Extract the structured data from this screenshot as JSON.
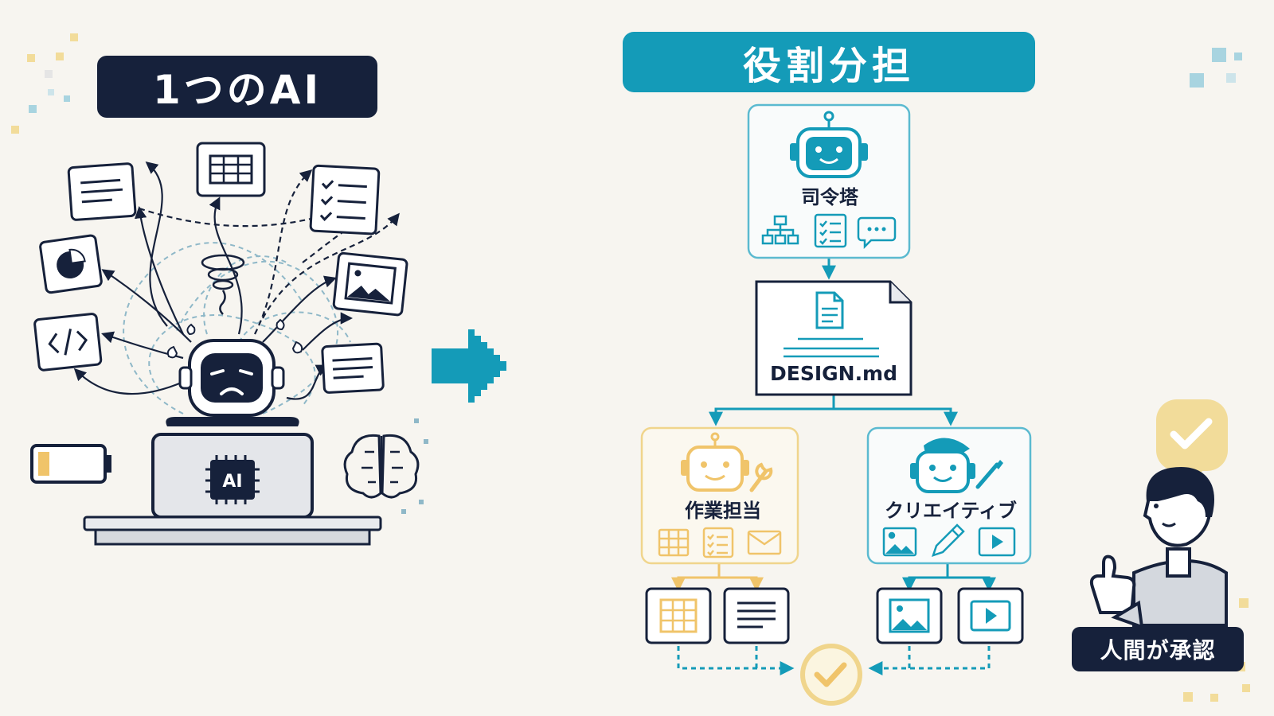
{
  "left_panel": {
    "title": "1つのAI",
    "chip_label": "AI"
  },
  "right_panel": {
    "title": "役割分担",
    "lead_agent": {
      "label": "司令塔"
    },
    "design_doc": {
      "filename": "DESIGN.md"
    },
    "worker_agent": {
      "label": "作業担当"
    },
    "creative_agent": {
      "label": "クリエイティブ"
    }
  },
  "approval": {
    "label": "人間が承認"
  },
  "colors": {
    "navy": "#16213b",
    "teal": "#149bb8",
    "yellow": "#f0d58c",
    "background": "#f7f5f0"
  },
  "icons": [
    "document-icon",
    "table-icon",
    "checklist-icon",
    "pie-chart-icon",
    "image-icon",
    "code-icon",
    "robot-stressed-icon",
    "laptop-icon",
    "battery-low-icon",
    "brain-icon",
    "arrow-right-icon",
    "robot-lead-icon",
    "org-chart-icon",
    "chat-icon",
    "file-icon",
    "robot-worker-icon",
    "wrench-icon",
    "mail-icon",
    "robot-creative-icon",
    "pencil-icon",
    "play-icon",
    "check-circle-icon",
    "check-badge-icon",
    "person-thumbs-up-icon"
  ]
}
